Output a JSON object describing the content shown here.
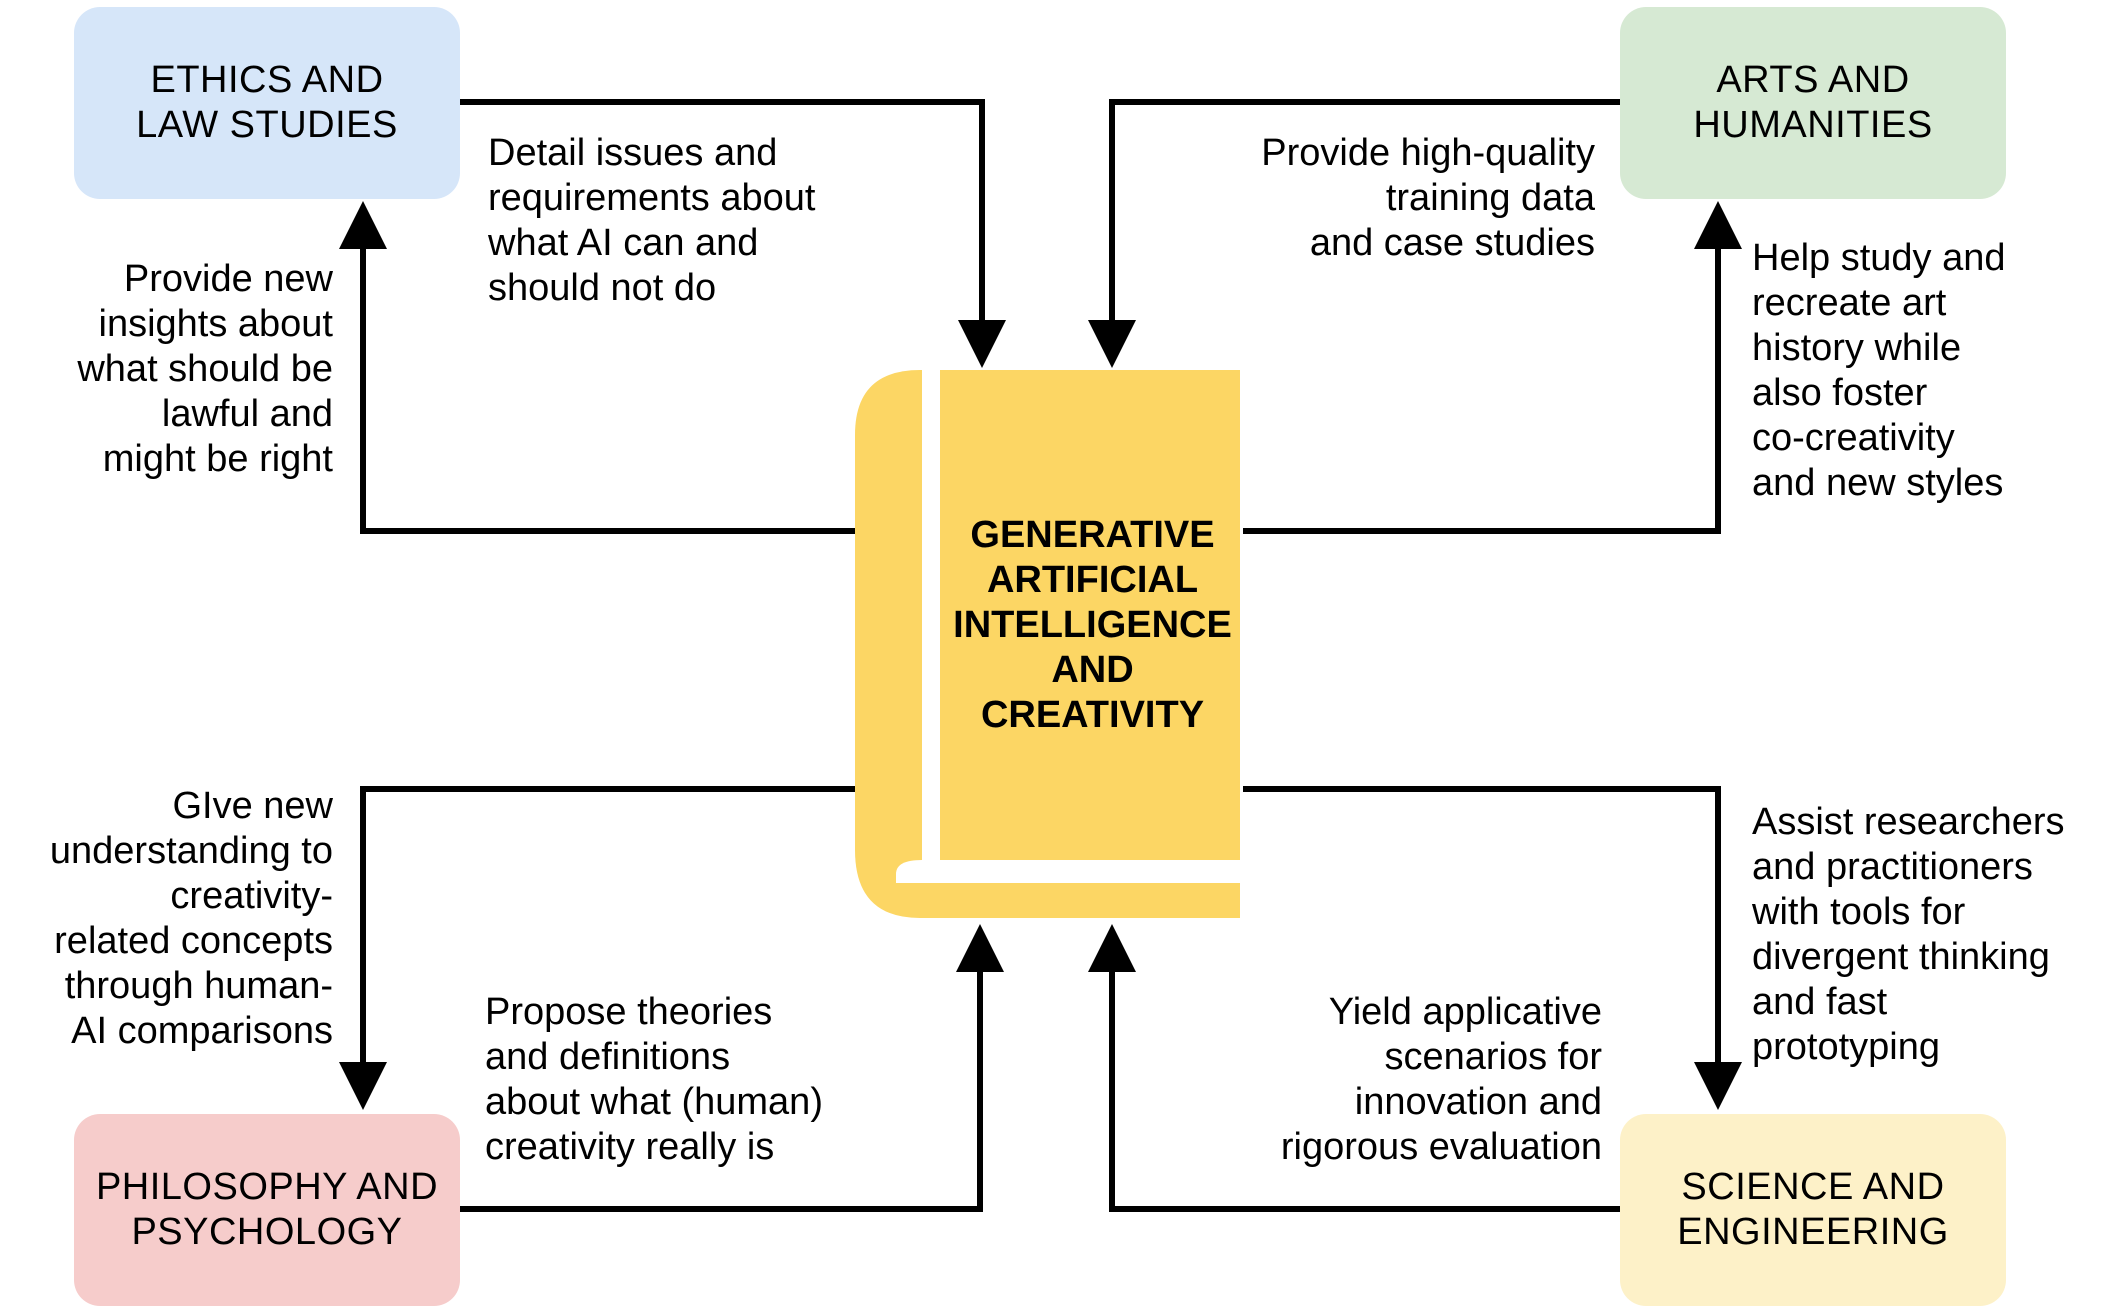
{
  "colors": {
    "ethics_box": "#d6e6f9",
    "arts_box": "#d6e9d3",
    "philosophy_box": "#f6cccb",
    "science_box": "#fdf1c8",
    "book": "#fcd664"
  },
  "center": {
    "title": "GENERATIVE\nARTIFICIAL\nINTELLIGENCE\nAND\nCREATIVITY",
    "icon": "book-icon"
  },
  "boxes": {
    "ethics": "ETHICS AND\nLAW STUDIES",
    "arts": "ARTS AND\nHUMANITIES",
    "philosophy": "PHILOSOPHY AND\nPSYCHOLOGY",
    "science": "SCIENCE AND\nENGINEERING"
  },
  "labels": {
    "ethics_to_ai": "Detail issues and\nrequirements about\nwhat AI can and\nshould not do",
    "ai_to_ethics": "Provide new\ninsights about\nwhat should be\nlawful and\nmight be right",
    "arts_to_ai": "Provide high-quality\ntraining data\nand case studies",
    "ai_to_arts": "Help study and\nrecreate art\nhistory while\nalso foster\nco-creativity\nand new styles",
    "ai_to_philosophy": "GIve new\nunderstanding to\ncreativity-\nrelated concepts\nthrough human-\nAI comparisons",
    "philosophy_to_ai": "Propose theories\nand definitions\nabout what (human)\ncreativity really is",
    "science_to_ai": "Yield applicative\nscenarios for\ninnovation and\nrigorous evaluation",
    "ai_to_science": "Assist researchers\nand practitioners\nwith tools for\ndivergent thinking\nand fast\nprototyping"
  }
}
